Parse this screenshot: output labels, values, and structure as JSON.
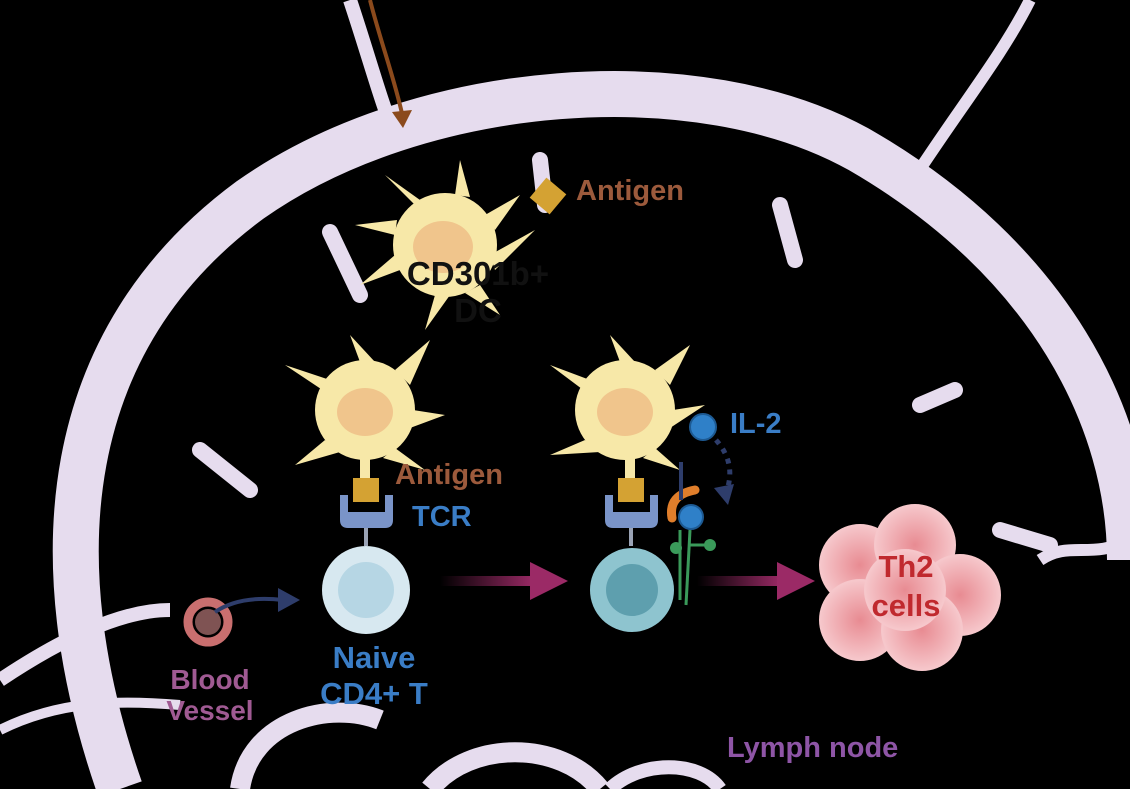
{
  "colors": {
    "background": "#000000",
    "lymph_node": "#e6dcee",
    "dendritic_cell": "#f7e8a8",
    "dc_nucleus": "#f0c58c",
    "antigen": "#d4a233",
    "tcr": "#7a94c8",
    "naive_t": "#d7e8f0",
    "activated_t": "#8ec4cf",
    "th2": "#f1b8bd",
    "label_antigen": "#9c5a3c",
    "label_dark": "#111111",
    "label_blue": "#3a7dc6",
    "label_th2": "#c0292e",
    "label_purple": "#8e55a6",
    "label_blood": "#a05a93",
    "arrow_maroon": "#9b2a66",
    "arrow_navy": "#2e3d6b",
    "arrow_brown": "#8b4a1c",
    "il2": "#2f80c8",
    "receptor_orange": "#e07e2b",
    "receptor_green": "#3a9a5a"
  },
  "labels": {
    "antigen_top": "Antigen",
    "dc_line1": "CD301b+",
    "dc_line2": "DC",
    "antigen_mid": "Antigen",
    "tcr": "TCR",
    "il2": "IL-2",
    "naive_line1": "Naive",
    "naive_line2": "CD4+ T",
    "blood_line1": "Blood",
    "blood_line2": "Vessel",
    "th2_line1": "Th2",
    "th2_line2": "cells",
    "lymph_node": "Lymph node"
  },
  "icons": [
    "dendritic-cell",
    "antigen-cube",
    "tcr-receptor",
    "t-cell",
    "blood-vessel",
    "il2-molecule",
    "il2-receptor",
    "th2-cell-cluster"
  ]
}
